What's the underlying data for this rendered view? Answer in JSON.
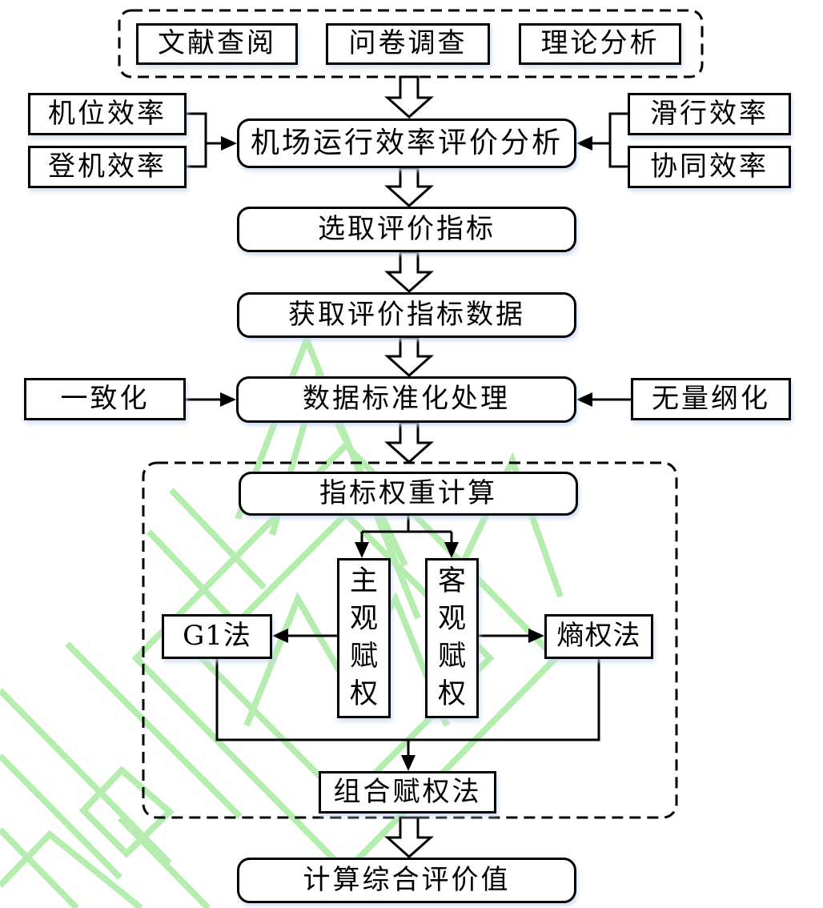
{
  "nodes": {
    "literature": "文献查阅",
    "survey": "问卷调查",
    "theory": "理论分析",
    "stand_efficiency": "机位效率",
    "boarding_efficiency": "登机效率",
    "taxi_efficiency": "滑行效率",
    "collaborative_efficiency": "协同效率",
    "airport_evaluation": "机场运行效率评价分析",
    "select_indicators": "选取评价指标",
    "obtain_indicator_data": "获取评价指标数据",
    "consistency": "一致化",
    "data_standardization": "数据标准化处理",
    "dimensionless": "无量纲化",
    "weight_calculation": "指标权重计算",
    "subjective_weighting": "主观赋权",
    "objective_weighting": "客观赋权",
    "g1_method": "G1法",
    "entropy_method": "熵权法",
    "combined_weighting": "组合赋权法",
    "comprehensive_value": "计算综合评价值"
  },
  "colors": {
    "line": "#000000",
    "box_background": "#ffffff",
    "watermark_green": "#a9eba2"
  }
}
